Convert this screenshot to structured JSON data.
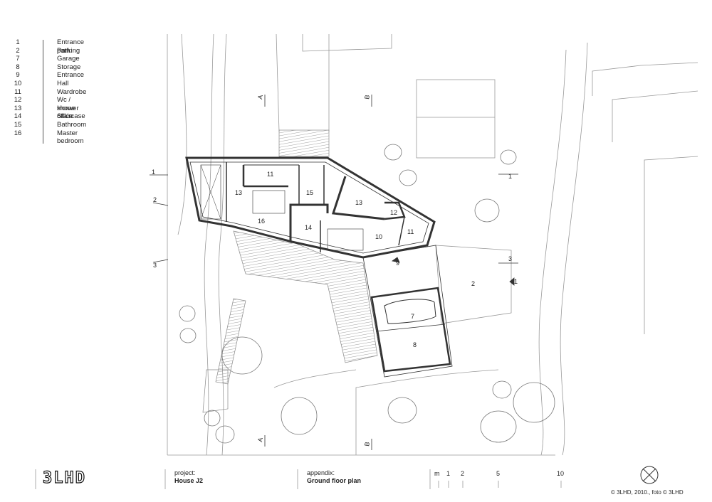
{
  "legend": [
    {
      "num": "1",
      "label": "Entrance path"
    },
    {
      "num": "2",
      "label": "Parking"
    },
    {
      "num": "7",
      "label": "Garage"
    },
    {
      "num": "8",
      "label": "Storage"
    },
    {
      "num": "9",
      "label": "Entrance"
    },
    {
      "num": "10",
      "label": "Hall"
    },
    {
      "num": "11",
      "label": "Wardrobe"
    },
    {
      "num": "12",
      "label": "Wc / shower"
    },
    {
      "num": "13",
      "label": "Home office"
    },
    {
      "num": "14",
      "label": "Staircase"
    },
    {
      "num": "15",
      "label": "Bathroom"
    },
    {
      "num": "16",
      "label": "Master bedroom"
    }
  ],
  "rooms": {
    "r1": "1",
    "r2": "2",
    "r7": "7",
    "r8": "8",
    "r9": "9",
    "r10": "10",
    "r11a": "11",
    "r11b": "11",
    "r12": "12",
    "r13a": "13",
    "r13b": "13",
    "r14": "14",
    "r15": "15",
    "r16": "16"
  },
  "sections": {
    "a_top": "A",
    "a_bottom": "A",
    "b_top": "B",
    "b_bottom": "B",
    "s1_left": "1",
    "s1_right": "1",
    "s2_left": "2",
    "s3_left": "3",
    "s3_right": "3"
  },
  "title_block": {
    "logo": "3LHD",
    "project_label": "project:",
    "project_value": "House J2",
    "appendix_label": "appendix:",
    "appendix_value": "Ground floor plan",
    "scale_unit": "m",
    "scale_ticks": [
      "1",
      "2",
      "5",
      "10"
    ],
    "credit": "© 3LHD, 2010., foto © 3LHD"
  }
}
